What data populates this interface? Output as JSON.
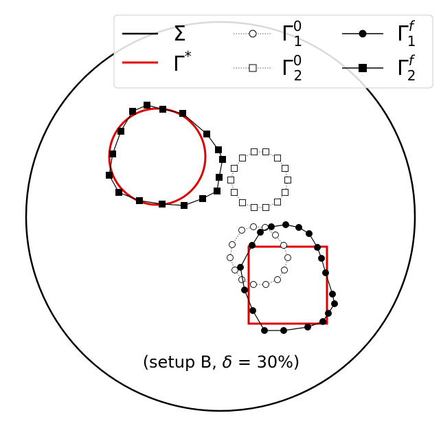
{
  "caption": {
    "prefix": "(setup B, ",
    "delta": "δ",
    "suffix": " = 30%)"
  },
  "legend": {
    "entries": [
      {
        "id": "sigma",
        "symbol": "Σ",
        "sup": "",
        "sub": "",
        "line": "solid",
        "marker": "none",
        "color": "#000000"
      },
      {
        "id": "gstar",
        "symbol": "Γ",
        "sup": "*",
        "sub": "",
        "line": "solid",
        "marker": "none",
        "color": "#e00000"
      },
      {
        "id": "g1-init",
        "symbol": "Γ",
        "sup": "0",
        "sub": "1",
        "line": "dotted",
        "marker": "open-circle",
        "color": "#000000"
      },
      {
        "id": "g2-init",
        "symbol": "Γ",
        "sup": "0",
        "sub": "2",
        "line": "dotted",
        "marker": "open-square",
        "color": "#000000"
      },
      {
        "id": "g1-final",
        "symbol": "Γ",
        "sup": "f",
        "sub": "1",
        "line": "solid",
        "marker": "filled-circle",
        "color": "#000000"
      },
      {
        "id": "g2-final",
        "symbol": "Γ",
        "sup": "f",
        "sub": "2",
        "line": "solid",
        "marker": "filled-square",
        "color": "#000000"
      }
    ]
  },
  "colors": {
    "boundary": "#000000",
    "target": "#e00000",
    "legend_border": "#cccccc"
  }
}
